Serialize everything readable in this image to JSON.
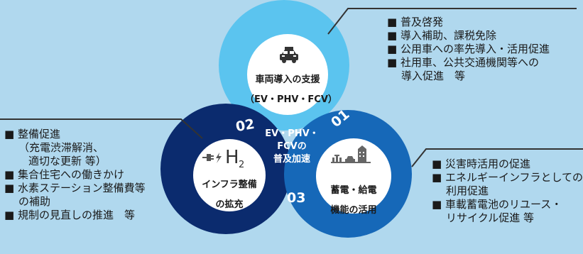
{
  "colors": {
    "background": "#b0d8ee",
    "top_ring": "#5bc4ef",
    "left_ring": "#0b2b6e",
    "right_ring": "#1668b8",
    "inner_fill": "#ffffff",
    "callout_line": "#333333"
  },
  "center": {
    "line1": "EV・PHV・",
    "line2": "FCVの",
    "line3": "普及加速"
  },
  "circles": {
    "top": {
      "number": "01",
      "icon": "car-icon",
      "title": "車両導入の支援",
      "subtitle": "（EV・PHV・FCV）"
    },
    "left": {
      "number": "02",
      "icon": "charger-hydrogen-icon",
      "h2_text": "H",
      "h2_sub": "2",
      "title": "インフラ整備",
      "subtitle": "の拡充"
    },
    "right": {
      "number": "03",
      "icon": "power-grid-icon",
      "title": "蓄電・給電",
      "subtitle": "機能の活用"
    }
  },
  "callouts": {
    "top": {
      "lines": [
        "■ 普及啓発",
        "■ 導入補助、課税免除",
        "■ 公用車への率先導入・活用促進",
        "■ 社用車、公共交通機関等への",
        "導入促進　等"
      ]
    },
    "left": {
      "lines": [
        "■ 整備促進",
        "（充電渋滞解消、",
        "適切な更新 等）",
        "■ 集合住宅への働きかけ",
        "■ 水素ステーション整備費等",
        "の補助",
        "■ 規制の見直しの推進　等"
      ]
    },
    "right": {
      "lines": [
        "■ 災害時活用の促進",
        "■ エネルギーインフラとしての",
        "利用促進",
        "■ 車載蓄電池のリユース・",
        "リサイクル促進 等"
      ]
    }
  }
}
